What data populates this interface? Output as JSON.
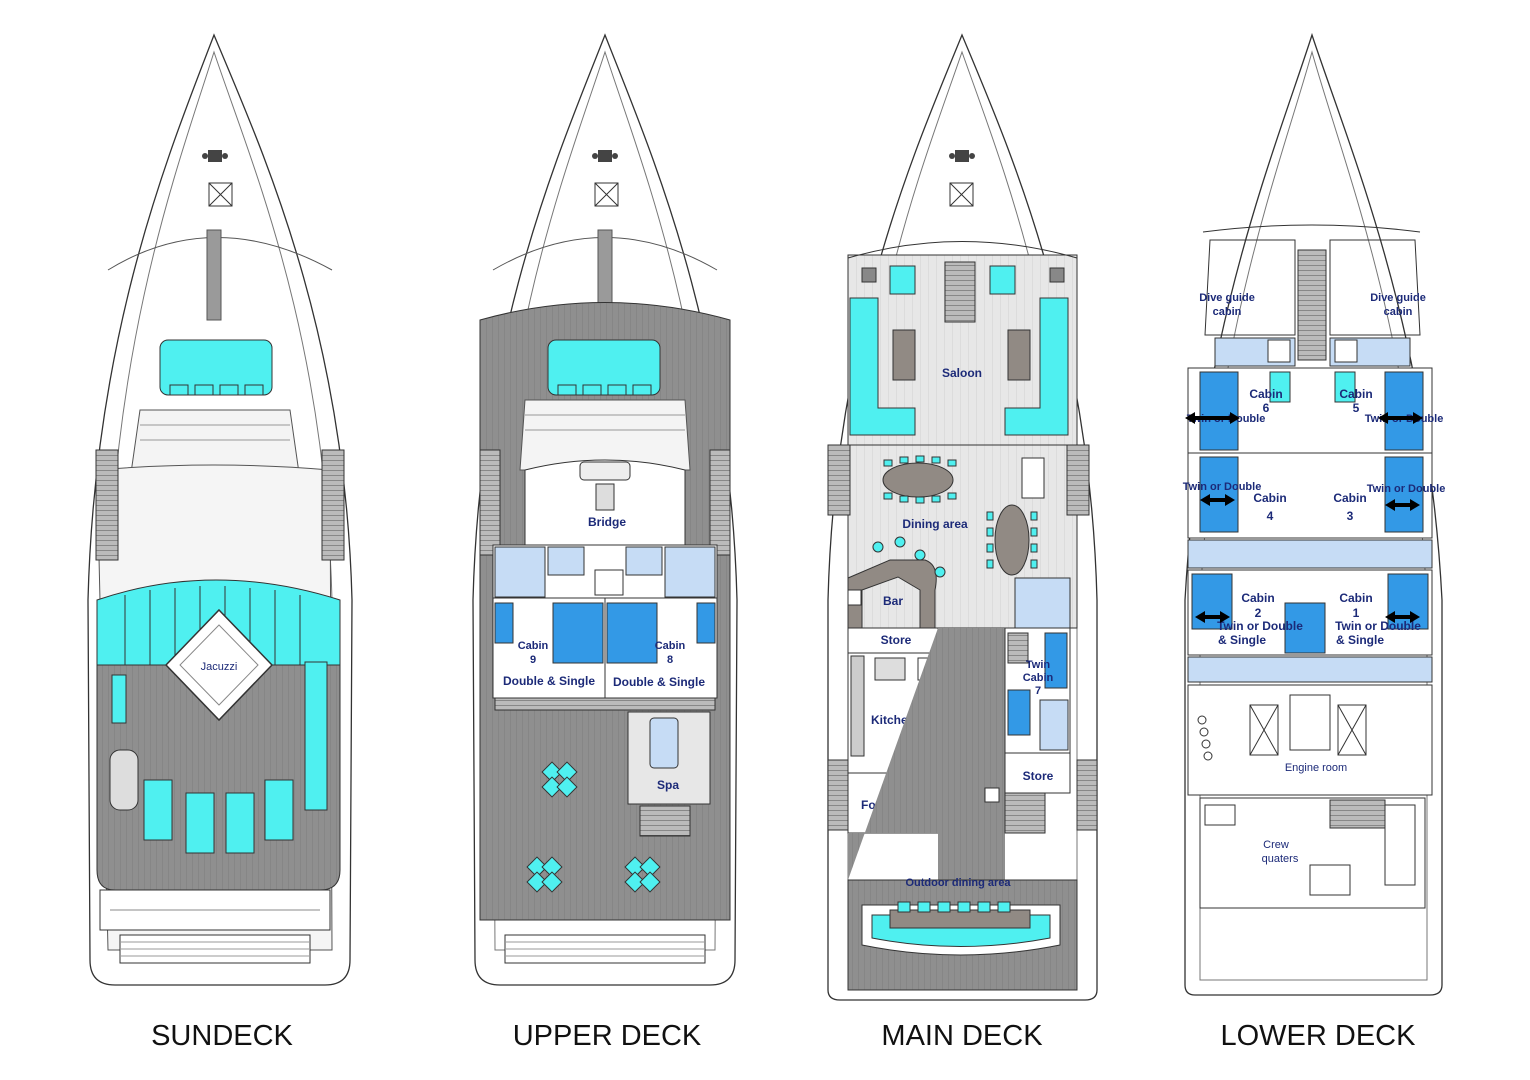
{
  "colors": {
    "hull_line": "#333333",
    "deck_fill": "#8f8f8f",
    "deck_light": "#c9c9c9",
    "cyan": "#4ff0f0",
    "cabin_blue": "#3399e6",
    "bath_blue": "#c6dcf5",
    "label": "#1c2a78"
  },
  "sundeck": {
    "title": "SUNDECK",
    "jacuzzi": "Jacuzzi"
  },
  "upper_deck": {
    "title": "UPPER DECK",
    "bridge": "Bridge",
    "cabin9_word": "Cabin",
    "cabin9_num": "9",
    "cabin8_word": "Cabin",
    "cabin8_num": "8",
    "cabin9_type": "Double & Single",
    "cabin8_type": "Double & Single",
    "spa": "Spa"
  },
  "main_deck": {
    "title": "MAIN DECK",
    "saloon": "Saloon",
    "dining_area": "Dining area",
    "bar": "Bar",
    "store_left": "Store",
    "kitchen": "Kitchen",
    "food_store": "Food store",
    "twin": "Twin",
    "cabin7_word": "Cabin",
    "cabin7_num": "7",
    "store_right": "Store",
    "outdoor_dining": "Outdoor dining area"
  },
  "lower_deck": {
    "title": "LOWER DECK",
    "dive_left_1": "Dive guide",
    "dive_left_2": "cabin",
    "dive_right_1": "Dive guide",
    "dive_right_2": "cabin",
    "cabin6_word": "Cabin",
    "cabin6_num": "6",
    "cabin5_word": "Cabin",
    "cabin5_num": "5",
    "cabin6_type": "Twin or Double",
    "cabin5_type": "Twin or Double",
    "cabin4_type": "Twin or Double",
    "cabin4_word": "Cabin",
    "cabin4_num": "4",
    "cabin3_type": "Twin or Double",
    "cabin3_word": "Cabin",
    "cabin3_num": "3",
    "cabin2_word": "Cabin",
    "cabin2_num": "2",
    "cabin2_type_1": "Twin or Double",
    "cabin2_type_2": "& Single",
    "cabin1_word": "Cabin",
    "cabin1_num": "1",
    "cabin1_type_1": "Twin or Double",
    "cabin1_type_2": "& Single",
    "engine_room": "Engine room",
    "crew_1": "Crew",
    "crew_2": "quaters"
  }
}
